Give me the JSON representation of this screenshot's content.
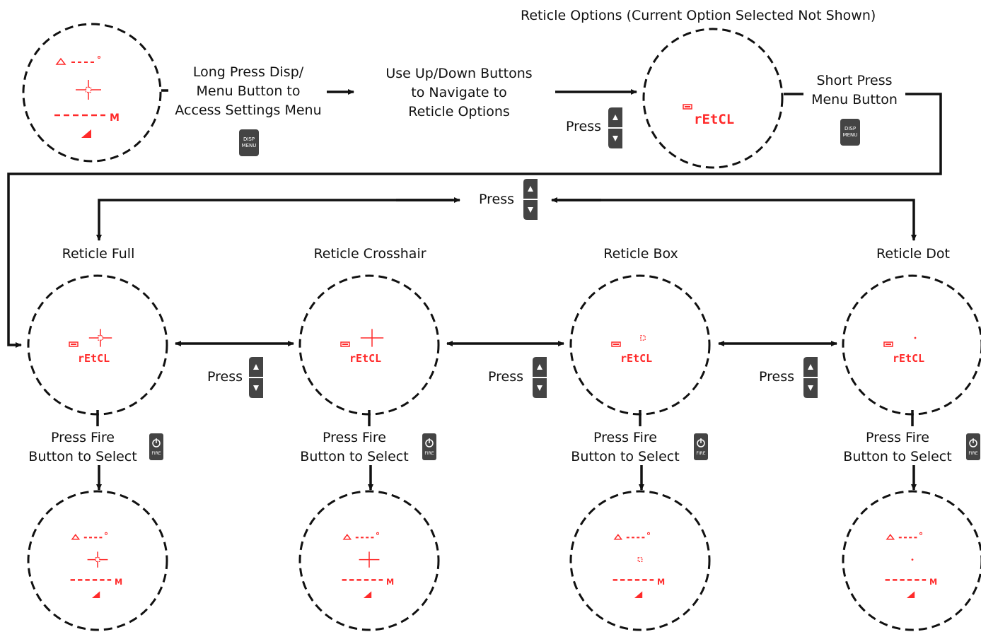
{
  "colors": {
    "display_red": "#ff2a2a",
    "line": "#111111",
    "button": "#444444"
  },
  "header": {
    "reticle_options_title": "Reticle Options (Current Option Selected Not Shown)"
  },
  "steps": {
    "long_press": [
      "Long Press Disp/",
      "Menu Button to",
      "Access Settings Menu"
    ],
    "navigate": [
      "Use Up/Down Buttons",
      "to Navigate to",
      "Reticle Options"
    ],
    "press": "Press",
    "short_press": [
      "Short Press",
      "Menu Button"
    ]
  },
  "display": {
    "reticle_menu_code": "rEtCL",
    "range_unit": "M"
  },
  "buttons": {
    "disp_menu": [
      "DISP",
      "MENU"
    ],
    "fire": "FIRE",
    "up_down_icon": "up-down-arrow-buttons-icon"
  },
  "reticles": [
    {
      "name": "Reticle Full",
      "press_label": "Press",
      "fire_label": [
        "Press Fire",
        "Button to Select"
      ]
    },
    {
      "name": "Reticle Crosshair",
      "press_label": "Press",
      "fire_label": [
        "Press Fire",
        "Button to Select"
      ]
    },
    {
      "name": "Reticle Box",
      "press_label": "Press",
      "fire_label": [
        "Press Fire",
        "Button to Select"
      ]
    },
    {
      "name": "Reticle Dot",
      "press_label": "",
      "fire_label": [
        "Press Fire",
        "Button to Select"
      ]
    }
  ]
}
